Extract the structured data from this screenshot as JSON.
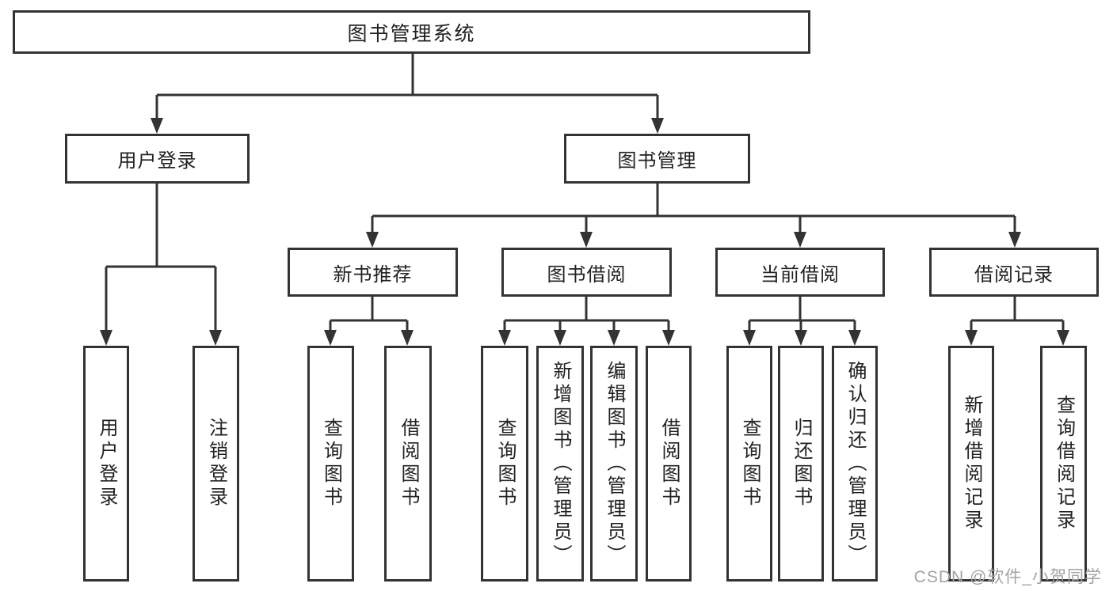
{
  "tree": {
    "label": "图书管理系统",
    "children": [
      {
        "label": "用户登录",
        "children": [
          {
            "label": "用户登录"
          },
          {
            "label": "注销登录"
          }
        ]
      },
      {
        "label": "图书管理",
        "children": [
          {
            "label": "新书推荐",
            "children": [
              {
                "label": "查询图书"
              },
              {
                "label": "借阅图书"
              }
            ]
          },
          {
            "label": "图书借阅",
            "children": [
              {
                "label": "查询图书"
              },
              {
                "label": "新增图书（管理员）"
              },
              {
                "label": "编辑图书（管理员）"
              },
              {
                "label": "借阅图书"
              }
            ]
          },
          {
            "label": "当前借阅",
            "children": [
              {
                "label": "查询图书"
              },
              {
                "label": "归还图书"
              },
              {
                "label": "确认归还（管理员）"
              }
            ]
          },
          {
            "label": "借阅记录",
            "children": [
              {
                "label": "新增借阅记录"
              },
              {
                "label": "查询借阅记录"
              }
            ]
          }
        ]
      }
    ]
  },
  "watermark": {
    "text": "CSDN @软件_小贺同学"
  },
  "colors": {
    "line": "#333333",
    "border": "#333333",
    "text": "#222222",
    "watermark": "#a3a3a3",
    "background": "#ffffff"
  }
}
